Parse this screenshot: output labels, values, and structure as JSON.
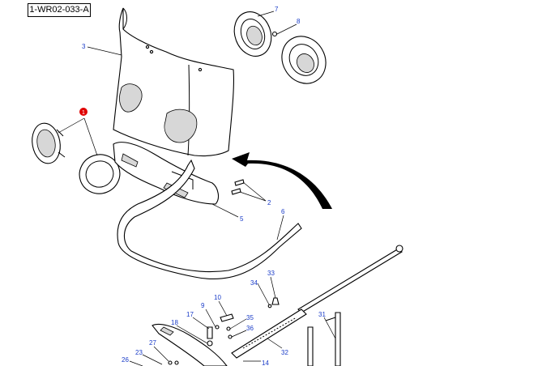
{
  "reference": "1-WR02-033-A",
  "marker": "1",
  "callouts": [
    {
      "id": "c3",
      "label": "3"
    },
    {
      "id": "c7",
      "label": "7"
    },
    {
      "id": "c8",
      "label": "8"
    },
    {
      "id": "c2",
      "label": "2"
    },
    {
      "id": "c5",
      "label": "5"
    },
    {
      "id": "c6",
      "label": "6"
    },
    {
      "id": "c33",
      "label": "33"
    },
    {
      "id": "c34",
      "label": "34"
    },
    {
      "id": "c10",
      "label": "10"
    },
    {
      "id": "c9",
      "label": "9"
    },
    {
      "id": "c17",
      "label": "17"
    },
    {
      "id": "c35",
      "label": "35"
    },
    {
      "id": "c36",
      "label": "36"
    },
    {
      "id": "c18",
      "label": "18"
    },
    {
      "id": "c31",
      "label": "31"
    },
    {
      "id": "c32",
      "label": "32"
    },
    {
      "id": "c27",
      "label": "27"
    },
    {
      "id": "c23",
      "label": "23"
    },
    {
      "id": "c26",
      "label": "26"
    },
    {
      "id": "c14",
      "label": "14"
    }
  ]
}
